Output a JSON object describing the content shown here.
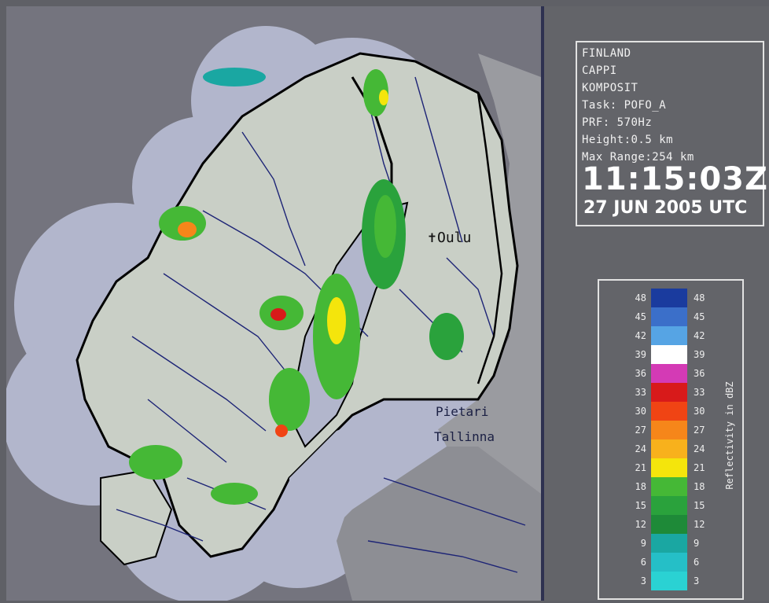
{
  "info": {
    "country": "FINLAND",
    "product": "CAPPI",
    "station": "KOMPOSIT",
    "task": "Task: POFO_A",
    "prf": "PRF: 570Hz",
    "height": "Height:0.5 km",
    "max_range": "Max Range:254 km",
    "time": "11:15:03Z",
    "date": "27 JUN 2005 UTC"
  },
  "cities": {
    "oulu": "Oulu",
    "pietari": "Pietari",
    "tallinna": "Tallinna"
  },
  "legend": {
    "title": "Reflectivity in dBZ",
    "left_labels": [
      "48",
      "45",
      "42",
      "39",
      "36",
      "33",
      "30",
      "27",
      "24",
      "21",
      "18",
      "15",
      "12",
      "9",
      "6",
      "3"
    ],
    "right_labels": [
      "48",
      "45",
      "42",
      "39",
      "36",
      "33",
      "30",
      "27",
      "24",
      "21",
      "18",
      "15",
      "12",
      "9",
      "6",
      "3"
    ],
    "colors": [
      "#1a3b9e",
      "#3b6fc9",
      "#56a4e4",
      "#ffffff",
      "#d43ab5",
      "#d81a1a",
      "#f04414",
      "#f6861a",
      "#f8b11c",
      "#f4e50c",
      "#45b836",
      "#2aa23c",
      "#1e8a38",
      "#1aa7a2",
      "#25bfc7",
      "#2ad2d3"
    ]
  },
  "colors": {
    "land": "#c9cfc6",
    "radar_cover": "#b2b6cc",
    "outside": "#74747e",
    "borders": "#1d2476",
    "coast": "#000000"
  }
}
